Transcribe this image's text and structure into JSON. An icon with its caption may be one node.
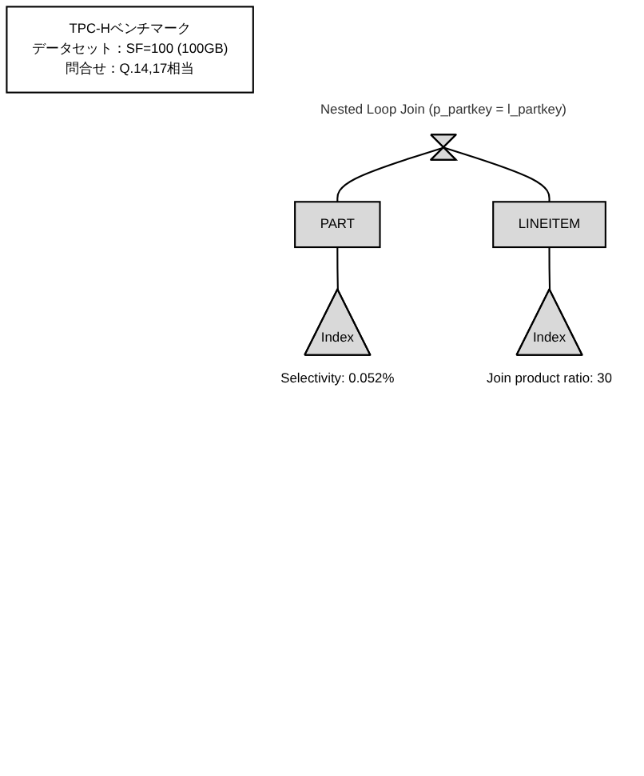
{
  "diagram": {
    "nodes": [
      {
        "text": [
          "TPC-Hベンチマーク",
          "データセット：SF=100 (100GB)",
          "問合せ：Q.14,17相当"
        ]
      },
      {
        "text": [
          "Nested Loop Join (p_partkey = l_partkey)"
        ]
      },
      {
        "text": [
          "PART"
        ]
      },
      {
        "text": [
          "LINEITEM"
        ]
      },
      {
        "text": [
          "Index"
        ],
        "beside": [
          "Selectivity: 0.052%"
        ]
      },
      {
        "text": [
          "Index"
        ],
        "beside": [
          "Join product ratio: 30"
        ]
      }
    ],
    "edges": [
      {
        "from": 1,
        "to": 2,
        "arrow": "none"
      },
      {
        "from": 1,
        "to": 3,
        "arrow": "none"
      },
      {
        "from": 2,
        "to": 4,
        "arrow": "none"
      },
      {
        "from": 3,
        "to": 5,
        "arrow": "none"
      }
    ]
  }
}
